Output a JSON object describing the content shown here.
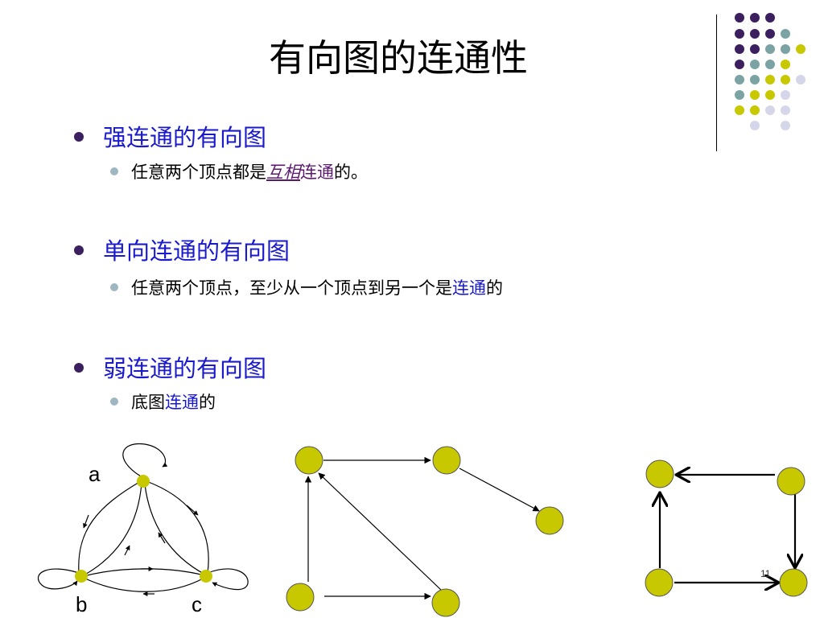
{
  "title": "有向图的连通性",
  "sections": [
    {
      "heading": "强连通的有向图",
      "detail": {
        "before": "任意两个顶点都是",
        "emph": "互相",
        "link": "连通",
        "after": "的。"
      }
    },
    {
      "heading": "单向连通的有向图",
      "detail": {
        "before": "任意两个顶点，至少从一个顶点到另一个是",
        "link": "连通",
        "after": "的"
      }
    },
    {
      "heading": "弱连通的有向图",
      "detail": {
        "before": "底图",
        "link": "连通",
        "after": "的"
      }
    }
  ],
  "graph1": {
    "labels": {
      "a": "a",
      "b": "b",
      "c": "c"
    }
  },
  "page_number": "11",
  "colors": {
    "purple": "#3b1f5e",
    "teal": "#7ba3a3",
    "yellow": "#c8c800",
    "lavender": "#d6d6ea",
    "heading_blue": "#1a1acc"
  }
}
